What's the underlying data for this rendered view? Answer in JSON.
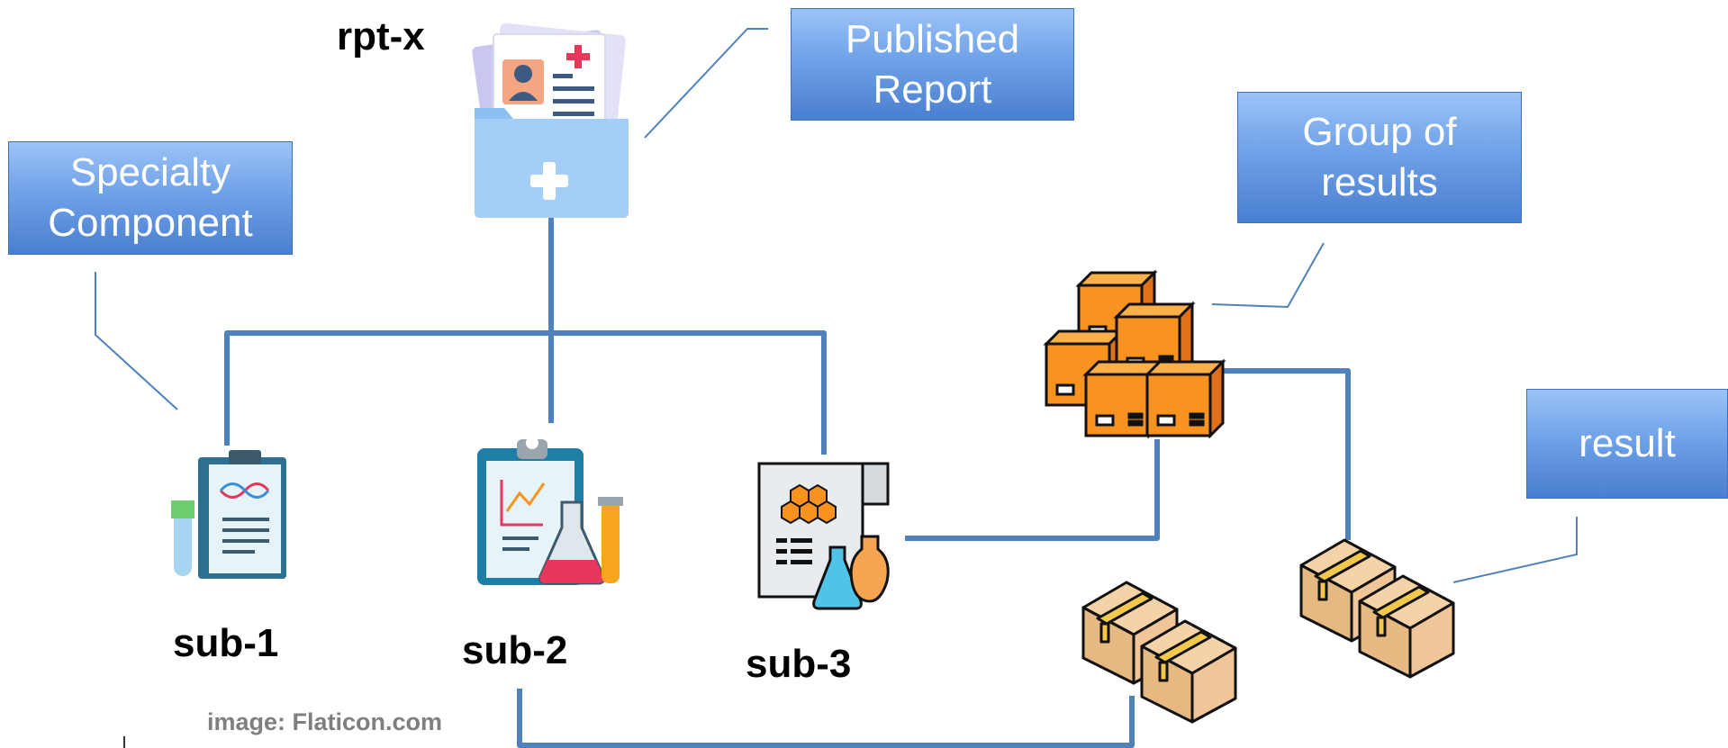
{
  "nodes": {
    "root": {
      "label": "rpt-x",
      "icon": "medical-folder-icon"
    },
    "sub1": {
      "label": "sub-1",
      "icon": "dna-clipboard-icon"
    },
    "sub2": {
      "label": "sub-2",
      "icon": "lab-chart-clipboard-icon"
    },
    "sub3": {
      "label": "sub-3",
      "icon": "chemistry-document-icon"
    },
    "group": {
      "icon": "stacked-boxes-icon"
    },
    "result_a": {
      "icon": "cardboard-boxes-icon"
    },
    "result_b": {
      "icon": "cardboard-boxes-icon"
    }
  },
  "callouts": {
    "published_report": "Published\nReport",
    "specialty_component": "Specialty\nComponent",
    "group_of_results": "Group of\nresults",
    "result": "result"
  },
  "credit": "image: Flaticon.com",
  "colors": {
    "connector": "#4f81bd",
    "callout_top": "#9cc3f7",
    "callout_bottom": "#4a7fd0",
    "box_orange": "#f7931e",
    "box_tan": "#f0c597"
  }
}
